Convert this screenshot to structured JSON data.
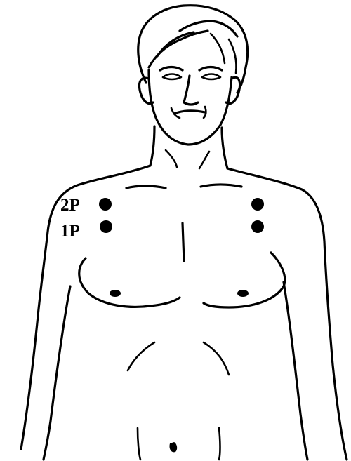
{
  "figure": {
    "subject": "male-upper-torso-front-view",
    "line_color": "#000000",
    "background": "#ffffff"
  },
  "acupoints": [
    {
      "id": "2P",
      "label": "2P",
      "side": "right-of-subject",
      "labeled": true
    },
    {
      "id": "1P",
      "label": "1P",
      "side": "right-of-subject",
      "labeled": true
    },
    {
      "id": "2P-L",
      "label": "",
      "side": "left-of-subject",
      "labeled": false
    },
    {
      "id": "1P-L",
      "label": "",
      "side": "left-of-subject",
      "labeled": false
    }
  ]
}
